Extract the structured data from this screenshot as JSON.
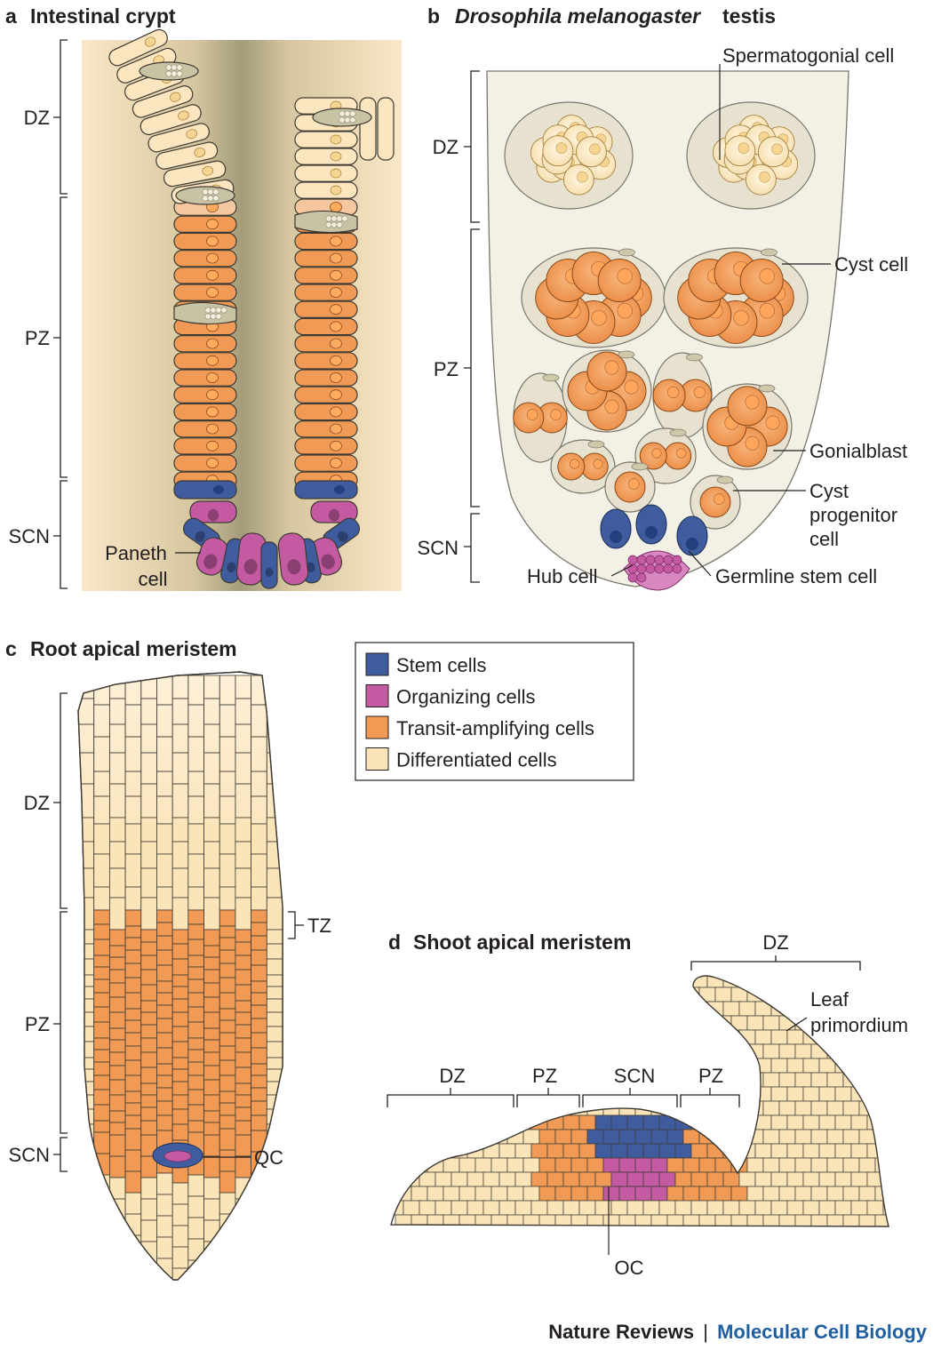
{
  "panels": {
    "a": {
      "letter": "a",
      "title": "Intestinal crypt",
      "zones": [
        "DZ",
        "PZ",
        "SCN"
      ],
      "callouts": [
        "Paneth",
        "cell"
      ]
    },
    "b": {
      "letter": "b",
      "title_italic": "Drosophila melanogaster",
      "title_rest": "testis",
      "zones": [
        "DZ",
        "PZ",
        "SCN"
      ],
      "callouts": {
        "spermatogonial": "Spermatogonial cell",
        "cyst_cell": "Cyst cell",
        "gonialblast": "Gonialblast",
        "cyst_progenitor": [
          "Cyst",
          "progenitor",
          "cell"
        ],
        "hub": "Hub cell",
        "germline": "Germline stem cell"
      }
    },
    "c": {
      "letter": "c",
      "title": "Root apical meristem",
      "zones": [
        "DZ",
        "PZ",
        "SCN"
      ],
      "tz": "TZ",
      "qc": "QC"
    },
    "d": {
      "letter": "d",
      "title": "Shoot apical meristem",
      "zones": [
        "DZ",
        "PZ",
        "SCN",
        "PZ"
      ],
      "leaf_dz": "DZ",
      "leaf": [
        "Leaf",
        "primordium"
      ],
      "oc": "OC"
    }
  },
  "legend": {
    "items": [
      {
        "label": "Stem cells",
        "color": "#3f5c9e"
      },
      {
        "label": "Organizing cells",
        "color": "#c45aa2"
      },
      {
        "label": "Transit-amplifying cells",
        "color": "#f09a55"
      },
      {
        "label": "Differentiated cells",
        "color": "#fbe4b8"
      }
    ]
  },
  "footer": {
    "journal": "Nature Reviews",
    "separator": "|",
    "section": "Molecular Cell Biology"
  },
  "colors": {
    "stem": "#3f5c9e",
    "organizing": "#c45aa2",
    "transit": "#f09a55",
    "differentiated": "#fbe4b8",
    "section_blue": "#1f5fa0"
  }
}
